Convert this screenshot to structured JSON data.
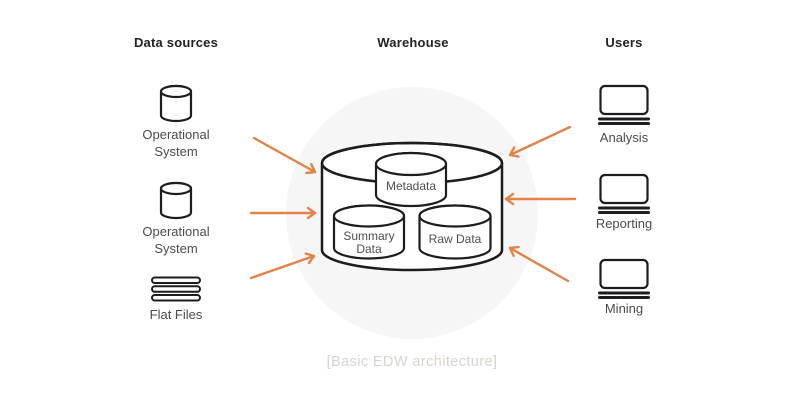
{
  "caption": "[Basic EDW architecture]",
  "colors": {
    "arrow": "#e28349",
    "stroke": "#1d1d21",
    "header": "#222327",
    "label": "#4b4c50",
    "storelabel": "#4e4f53",
    "caption": "#d9d3cb",
    "blob": "#f6f6f7"
  },
  "columns": {
    "sources": {
      "header": "Data sources",
      "items": [
        {
          "icon": "database-cylinder-icon",
          "label": "Operational System"
        },
        {
          "icon": "database-cylinder-icon",
          "label": "Operational System"
        },
        {
          "icon": "flat-files-icon",
          "label": "Flat Files"
        }
      ]
    },
    "warehouse": {
      "header": "Warehouse",
      "stores": [
        {
          "label": "Metadata"
        },
        {
          "label": "Summary Data"
        },
        {
          "label": "Raw Data"
        }
      ]
    },
    "users": {
      "header": "Users",
      "items": [
        {
          "icon": "laptop-icon",
          "label": "Analysis"
        },
        {
          "icon": "laptop-icon",
          "label": "Reporting"
        },
        {
          "icon": "laptop-icon",
          "label": "Mining"
        }
      ]
    }
  }
}
